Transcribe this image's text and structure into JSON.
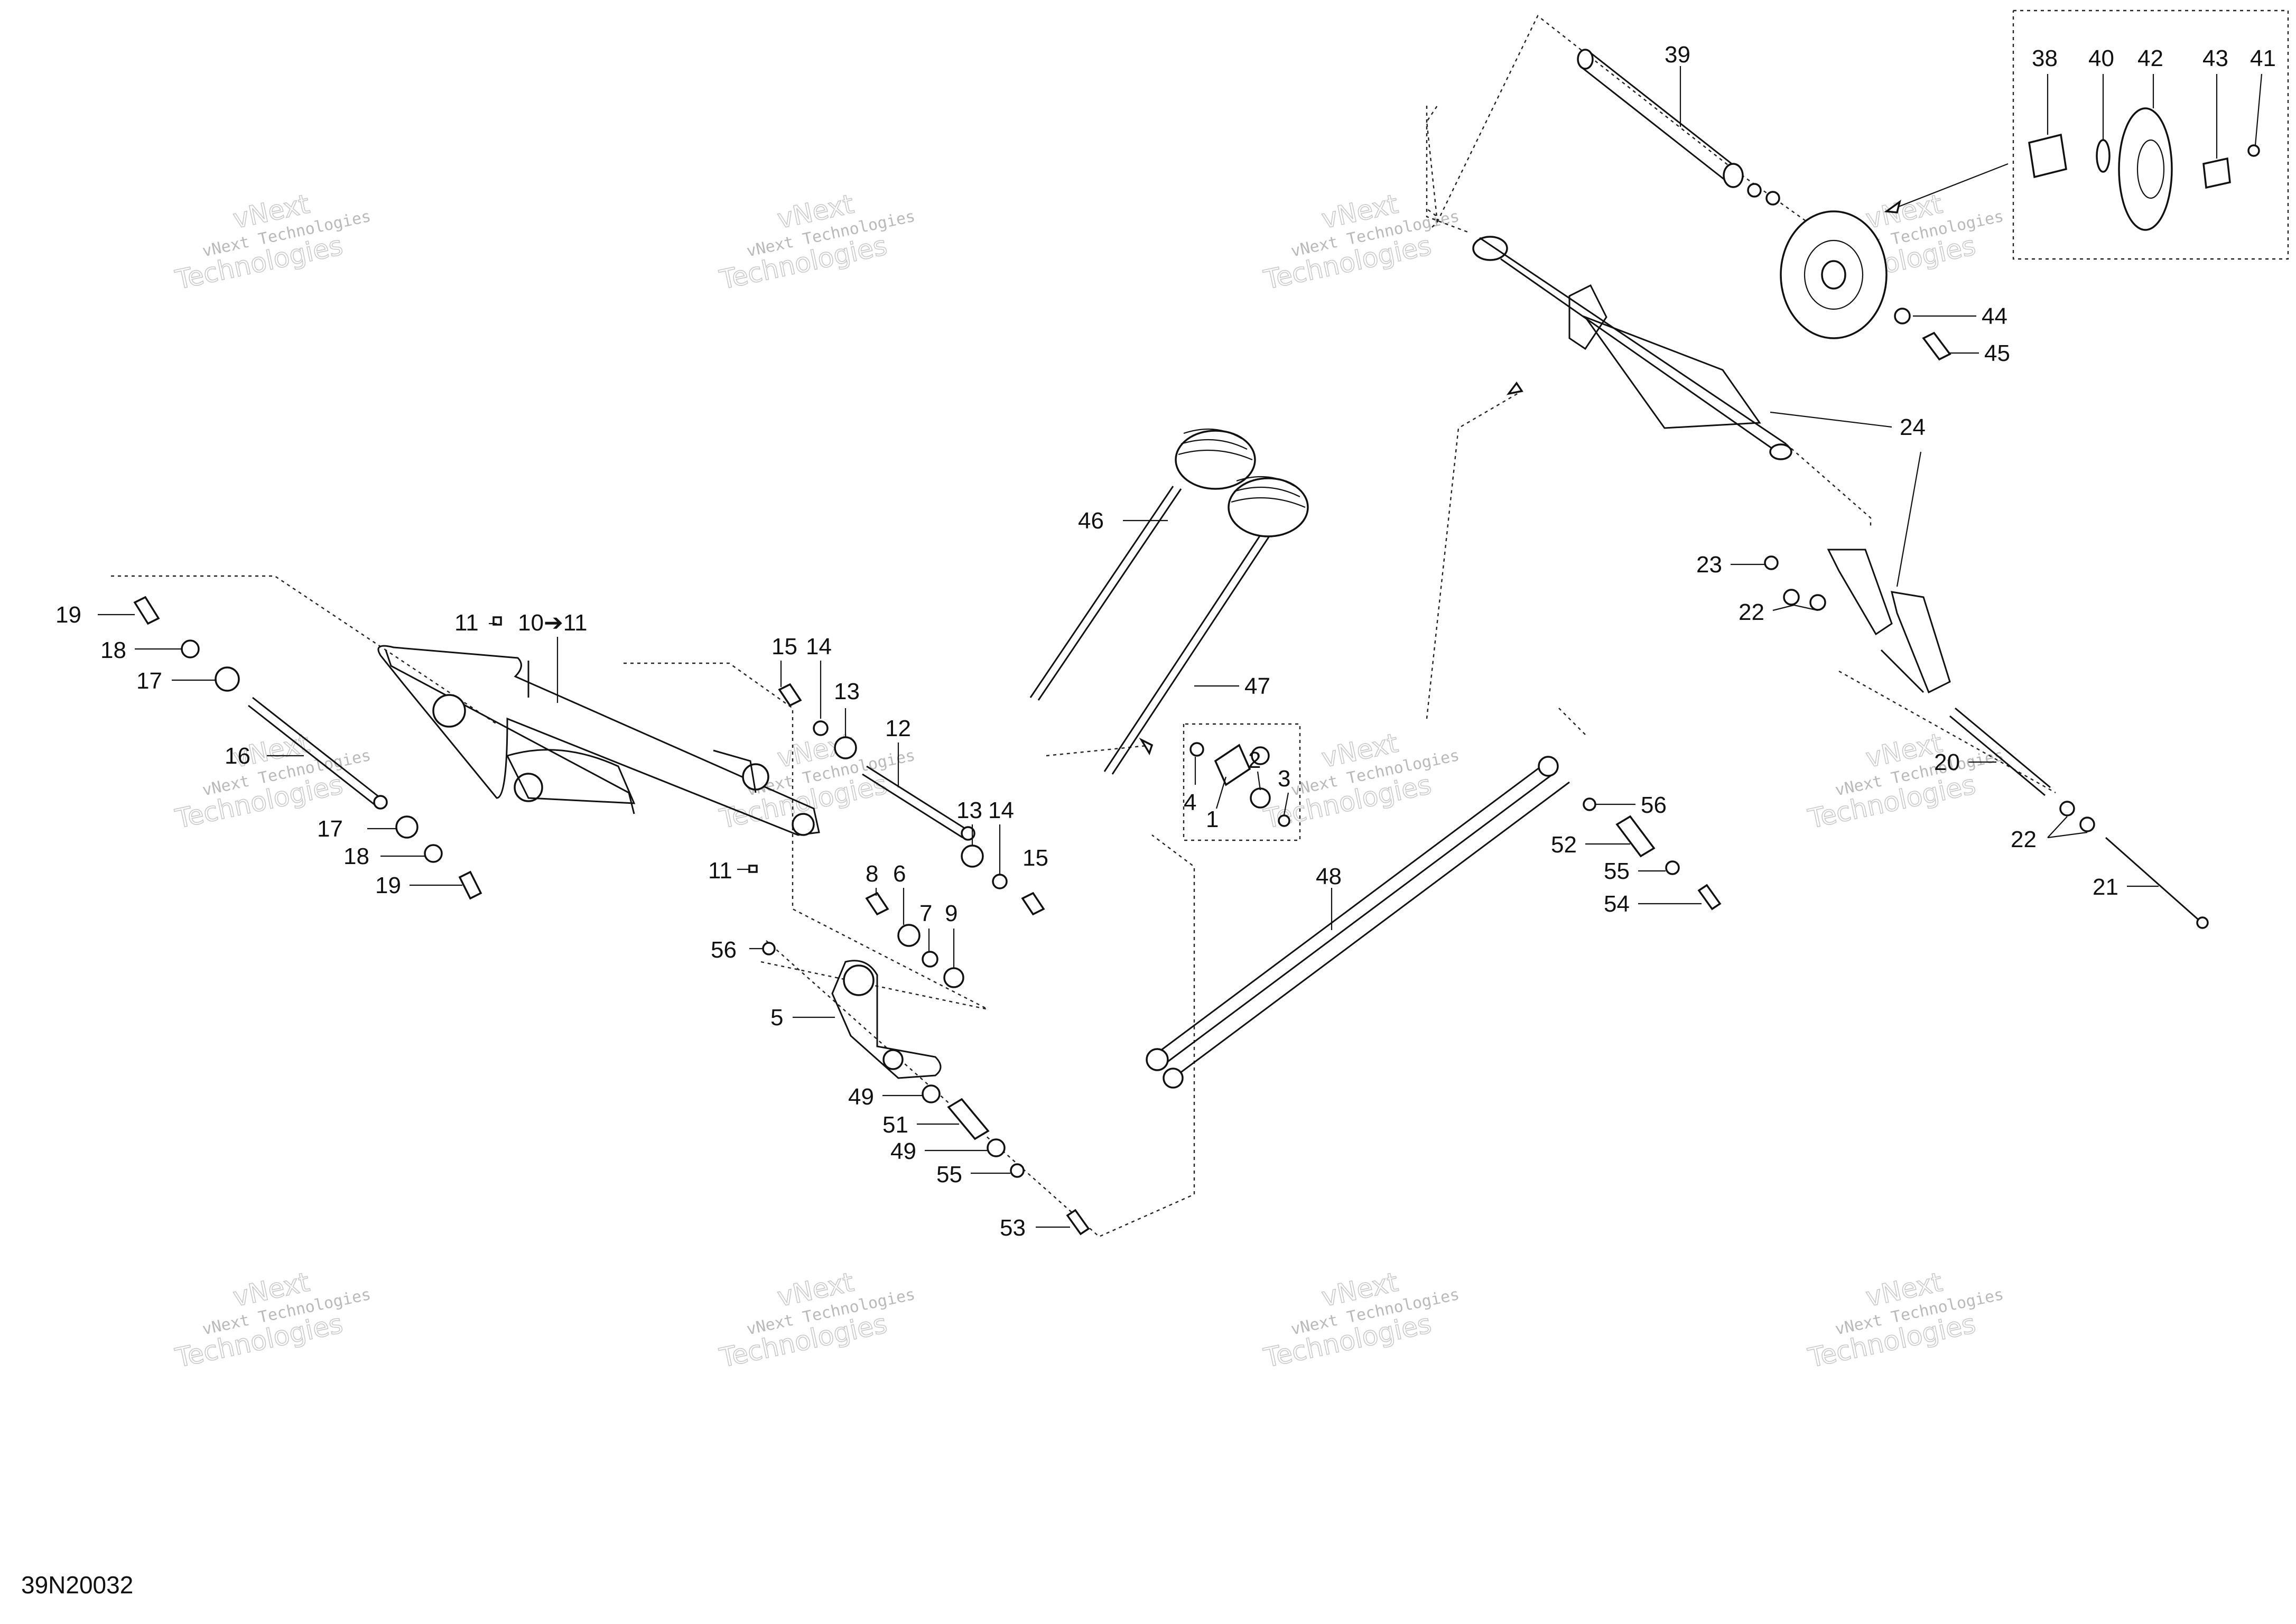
{
  "diagram_code": "39N20032",
  "watermark": {
    "line1": "vNext Technologies",
    "line2": "Technologies",
    "line3": "vNext"
  },
  "labels": {
    "p1": "1",
    "p2": "2",
    "p3": "3",
    "p4": "4",
    "p5": "5",
    "p6": "6",
    "p7": "7",
    "p8": "8",
    "p9": "9",
    "p10_11": "10➔11",
    "p11a": "11",
    "p11b": "11",
    "p12": "12",
    "p13a": "13",
    "p13b": "13",
    "p14a": "14",
    "p14b": "14",
    "p15a": "15",
    "p15b": "15",
    "p16": "16",
    "p17a": "17",
    "p17b": "17",
    "p18a": "18",
    "p18b": "18",
    "p19a": "19",
    "p19b": "19",
    "p20": "20",
    "p21": "21",
    "p22a": "22",
    "p22b": "22",
    "p23": "23",
    "p24": "24",
    "p38": "38",
    "p39": "39",
    "p40": "40",
    "p41": "41",
    "p42": "42",
    "p43": "43",
    "p44": "44",
    "p45": "45",
    "p46": "46",
    "p47": "47",
    "p48": "48",
    "p49a": "49",
    "p49b": "49",
    "p51": "51",
    "p52": "52",
    "p53": "53",
    "p54": "54",
    "p55a": "55",
    "p55b": "55",
    "p56a": "56",
    "p56b": "56"
  }
}
